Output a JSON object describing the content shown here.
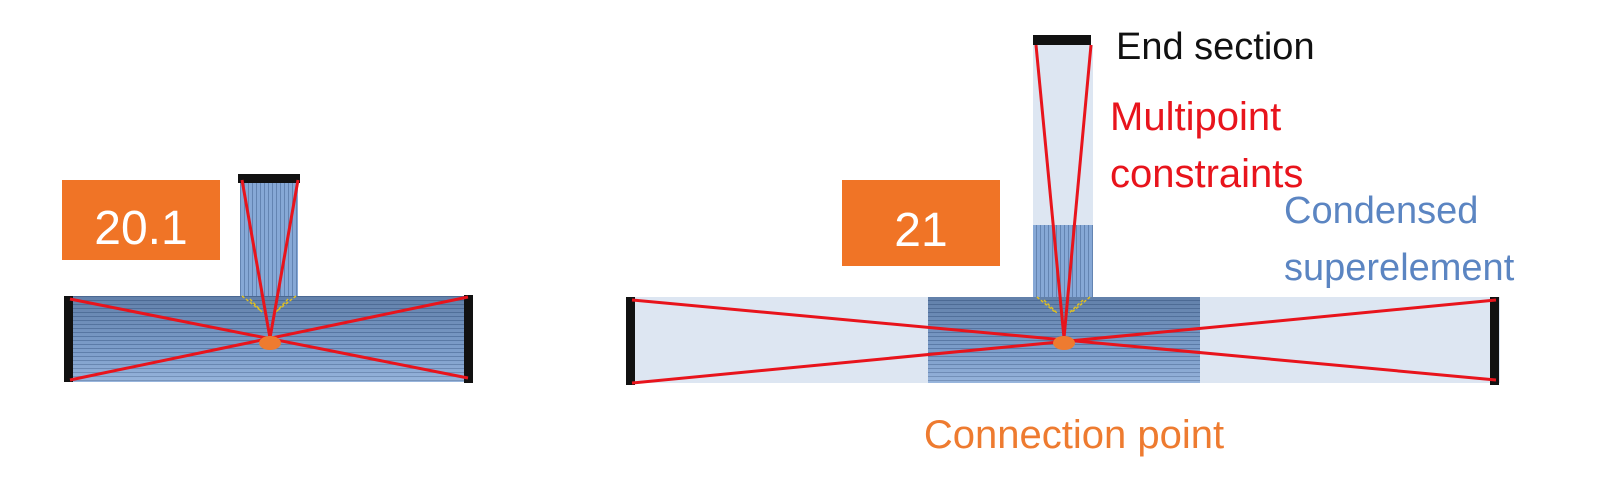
{
  "diagrams": [
    {
      "version_label": "20.1"
    },
    {
      "version_label": "21",
      "annotations": {
        "end_section": "End section",
        "multipoint_line1": "Multipoint",
        "multipoint_line2": "constraints",
        "condensed_line1": "Condensed",
        "condensed_line2": "superelement",
        "connection_point": "Connection point"
      }
    }
  ],
  "colors": {
    "badge": "#f07426",
    "badge_text": "#ffffff",
    "constraint_red": "#e8141c",
    "condensed_blue": "#5b85c2",
    "connection_orange": "#ee7b30",
    "mesh_light": "#dde6f2",
    "mesh_mid": "#7fa2d2",
    "end_section": "#111111",
    "black_text": "#111111"
  }
}
